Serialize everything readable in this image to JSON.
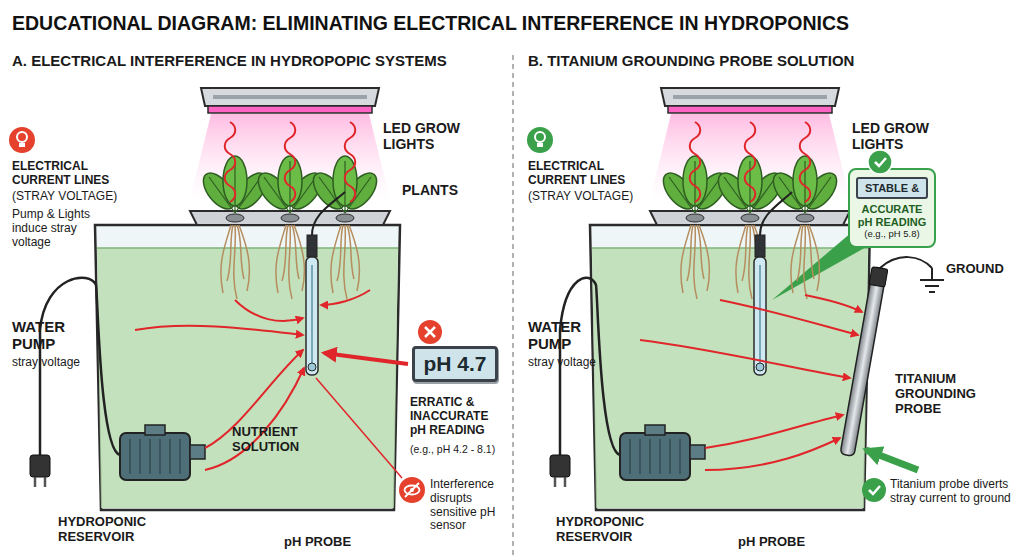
{
  "diagram": {
    "title": "EDUCATIONAL DIAGRAM: ELIMINATING ELECTRICAL INTERFERENCE IN HYDROPONICS",
    "nodes": [
      {
        "text": [
          "pH 4.7"
        ]
      },
      {
        "text": [
          "ACCURATE pH READING",
          "(e.g., pH 5.8)"
        ]
      },
      {
        "text": [
          "STABLE &"
        ],
        "in": 1
      }
    ],
    "labels": [
      "A. ELECTRICAL INTERFERENCE IN HYDROPOPIC SYSTEMS",
      "LED GROW LIGHTS",
      "ELECTRICAL CURRENT LINES",
      "(STRAY VOLTAGE)",
      "Pump & Lights induce stray voltage",
      "PLANTS",
      "WATER PUMP",
      "stray voltage",
      "NUTRIENT SOLUTION",
      "HYDROPONIC RESERVOIR",
      "pH PROBE",
      "ERRATIC & INACCURATE pH READING",
      "(e.g., pH 4.2 - 8.1)",
      "Interference disrupts sensitive pH sensor",
      "B. TITANIUM GROUNDING PROBE SOLUTION",
      "LED GROW LIGHTS",
      "ELECTRICAL CURRENT LINES",
      "(STRAY VOLTAGE)",
      "WATER PUMP",
      "stray voltage",
      "GROUND",
      "TITANIUM GROUNDING PROBE",
      "HYDROPONIC RESERVOIR",
      "pH PROBE",
      "Titanium probe diverts stray current to ground"
    ]
  }
}
